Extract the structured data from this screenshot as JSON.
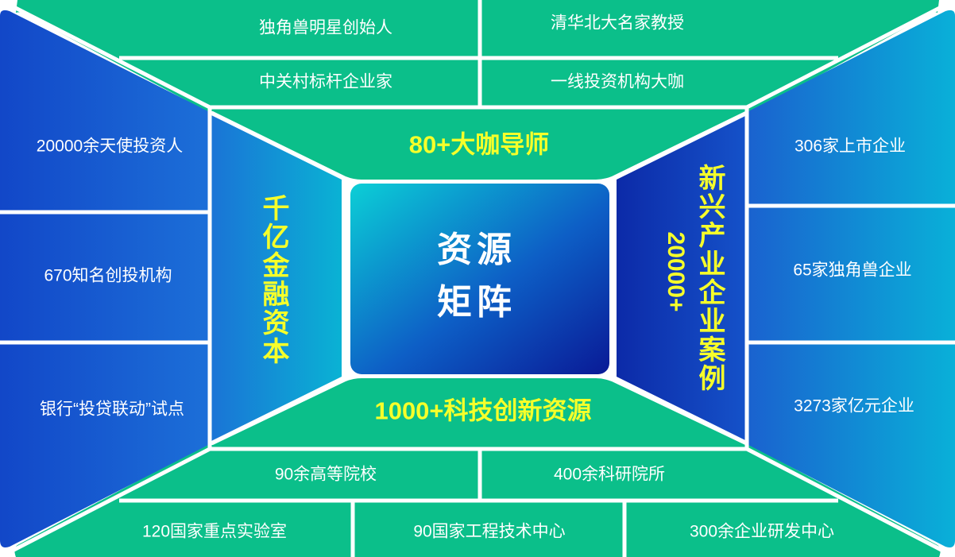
{
  "center": {
    "line1": "资源",
    "line2": "矩阵"
  },
  "top_panel": {
    "headline": "80+大咖导师",
    "items": [
      "独角兽明星创始人",
      "清华北大名家教授",
      "中关村标杆企业家",
      "一线投资机构大咖"
    ]
  },
  "bottom_panel": {
    "headline": "1000+科技创新资源",
    "items": [
      "90余高等院校",
      "400余科研院所",
      "120国家重点实验室",
      "90国家工程技术中心",
      "300余企业研发中心"
    ]
  },
  "left_panel": {
    "headline": "千亿金融资本",
    "items": [
      "20000余天使投资人",
      "670知名创投机构",
      "银行“投贷联动”试点"
    ]
  },
  "right_panel": {
    "headline_text": "新兴产业企业案例",
    "headline_number": "20000+",
    "items": [
      "306家上市企业",
      "65家独角兽企业",
      "3273家亿元企业"
    ]
  },
  "colors": {
    "green": "#0bbf8a",
    "blue_dark": "#1346c9",
    "blue_light": "#0aa0d6",
    "highlight": "#f6ff2a"
  }
}
